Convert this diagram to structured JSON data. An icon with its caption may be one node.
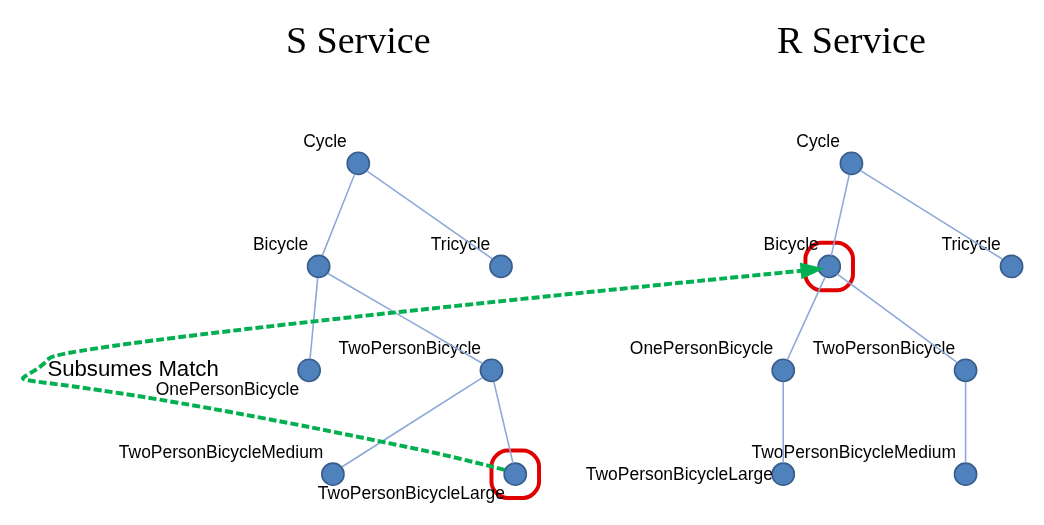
{
  "diagram": {
    "nodes": [
      {
        "text": [],
        "shape": "circle",
        "beside": [
          "Cycle"
        ]
      },
      {
        "text": [],
        "shape": "circle",
        "beside": [
          "Bicycle"
        ]
      },
      {
        "text": [],
        "shape": "circle",
        "beside": [
          "Tricycle"
        ]
      },
      {
        "text": [],
        "shape": "circle",
        "beside": [
          "TwoPersonBicycle"
        ]
      },
      {
        "text": [],
        "shape": "circle",
        "beside": [
          "OnePersonBicycle"
        ]
      },
      {
        "text": [],
        "shape": "circle",
        "beside": [
          "TwoPersonBicycleMedium"
        ]
      },
      {
        "text": [],
        "shape": "circle"
      },
      {
        "text": [],
        "shape": "circle",
        "beside": [
          "TwoPersonBicycleLarge"
        ],
        "in": 6
      },
      {
        "text": [],
        "shape": "circle",
        "beside": [
          "Cycle"
        ]
      },
      {
        "text": [],
        "shape": "circle"
      },
      {
        "text": [],
        "shape": "circle",
        "beside": [
          "Bicycle"
        ],
        "in": 9
      },
      {
        "text": [],
        "shape": "circle",
        "beside": [
          "Tricycle"
        ]
      },
      {
        "text": [],
        "shape": "circle",
        "beside": [
          "TwoPersonBicycle"
        ]
      },
      {
        "text": [],
        "shape": "circle",
        "beside": [
          "OnePersonBicycle"
        ]
      },
      {
        "text": [],
        "shape": "circle",
        "beside": [
          "TwoPersonBicycleMedium"
        ]
      },
      {
        "text": [],
        "shape": "circle",
        "beside": [
          "TwoPersonBicycleLarge"
        ]
      }
    ],
    "edges": [
      {
        "from": 0,
        "to": 1,
        "arrow": "none"
      },
      {
        "from": 0,
        "to": 2,
        "arrow": "none"
      },
      {
        "from": 1,
        "to": 3,
        "arrow": "none"
      },
      {
        "from": 1,
        "to": 4,
        "arrow": "none"
      },
      {
        "from": 3,
        "to": 5,
        "arrow": "none"
      },
      {
        "from": 3,
        "to": 7,
        "arrow": "none"
      },
      {
        "from": 8,
        "to": 10,
        "arrow": "none"
      },
      {
        "from": 8,
        "to": 11,
        "arrow": "none"
      },
      {
        "from": 10,
        "to": 12,
        "arrow": "none"
      },
      {
        "from": 10,
        "to": 13,
        "arrow": "none"
      },
      {
        "from": 12,
        "to": 14,
        "arrow": "none"
      },
      {
        "from": 13,
        "to": 15,
        "arrow": "none"
      },
      {
        "from": 7,
        "to": 10,
        "arrow": "to",
        "label": "Subsumes Match",
        "style": "dashed",
        "color": "#00b050"
      }
    ],
    "labels": [
      "S Service",
      "R Service"
    ]
  }
}
